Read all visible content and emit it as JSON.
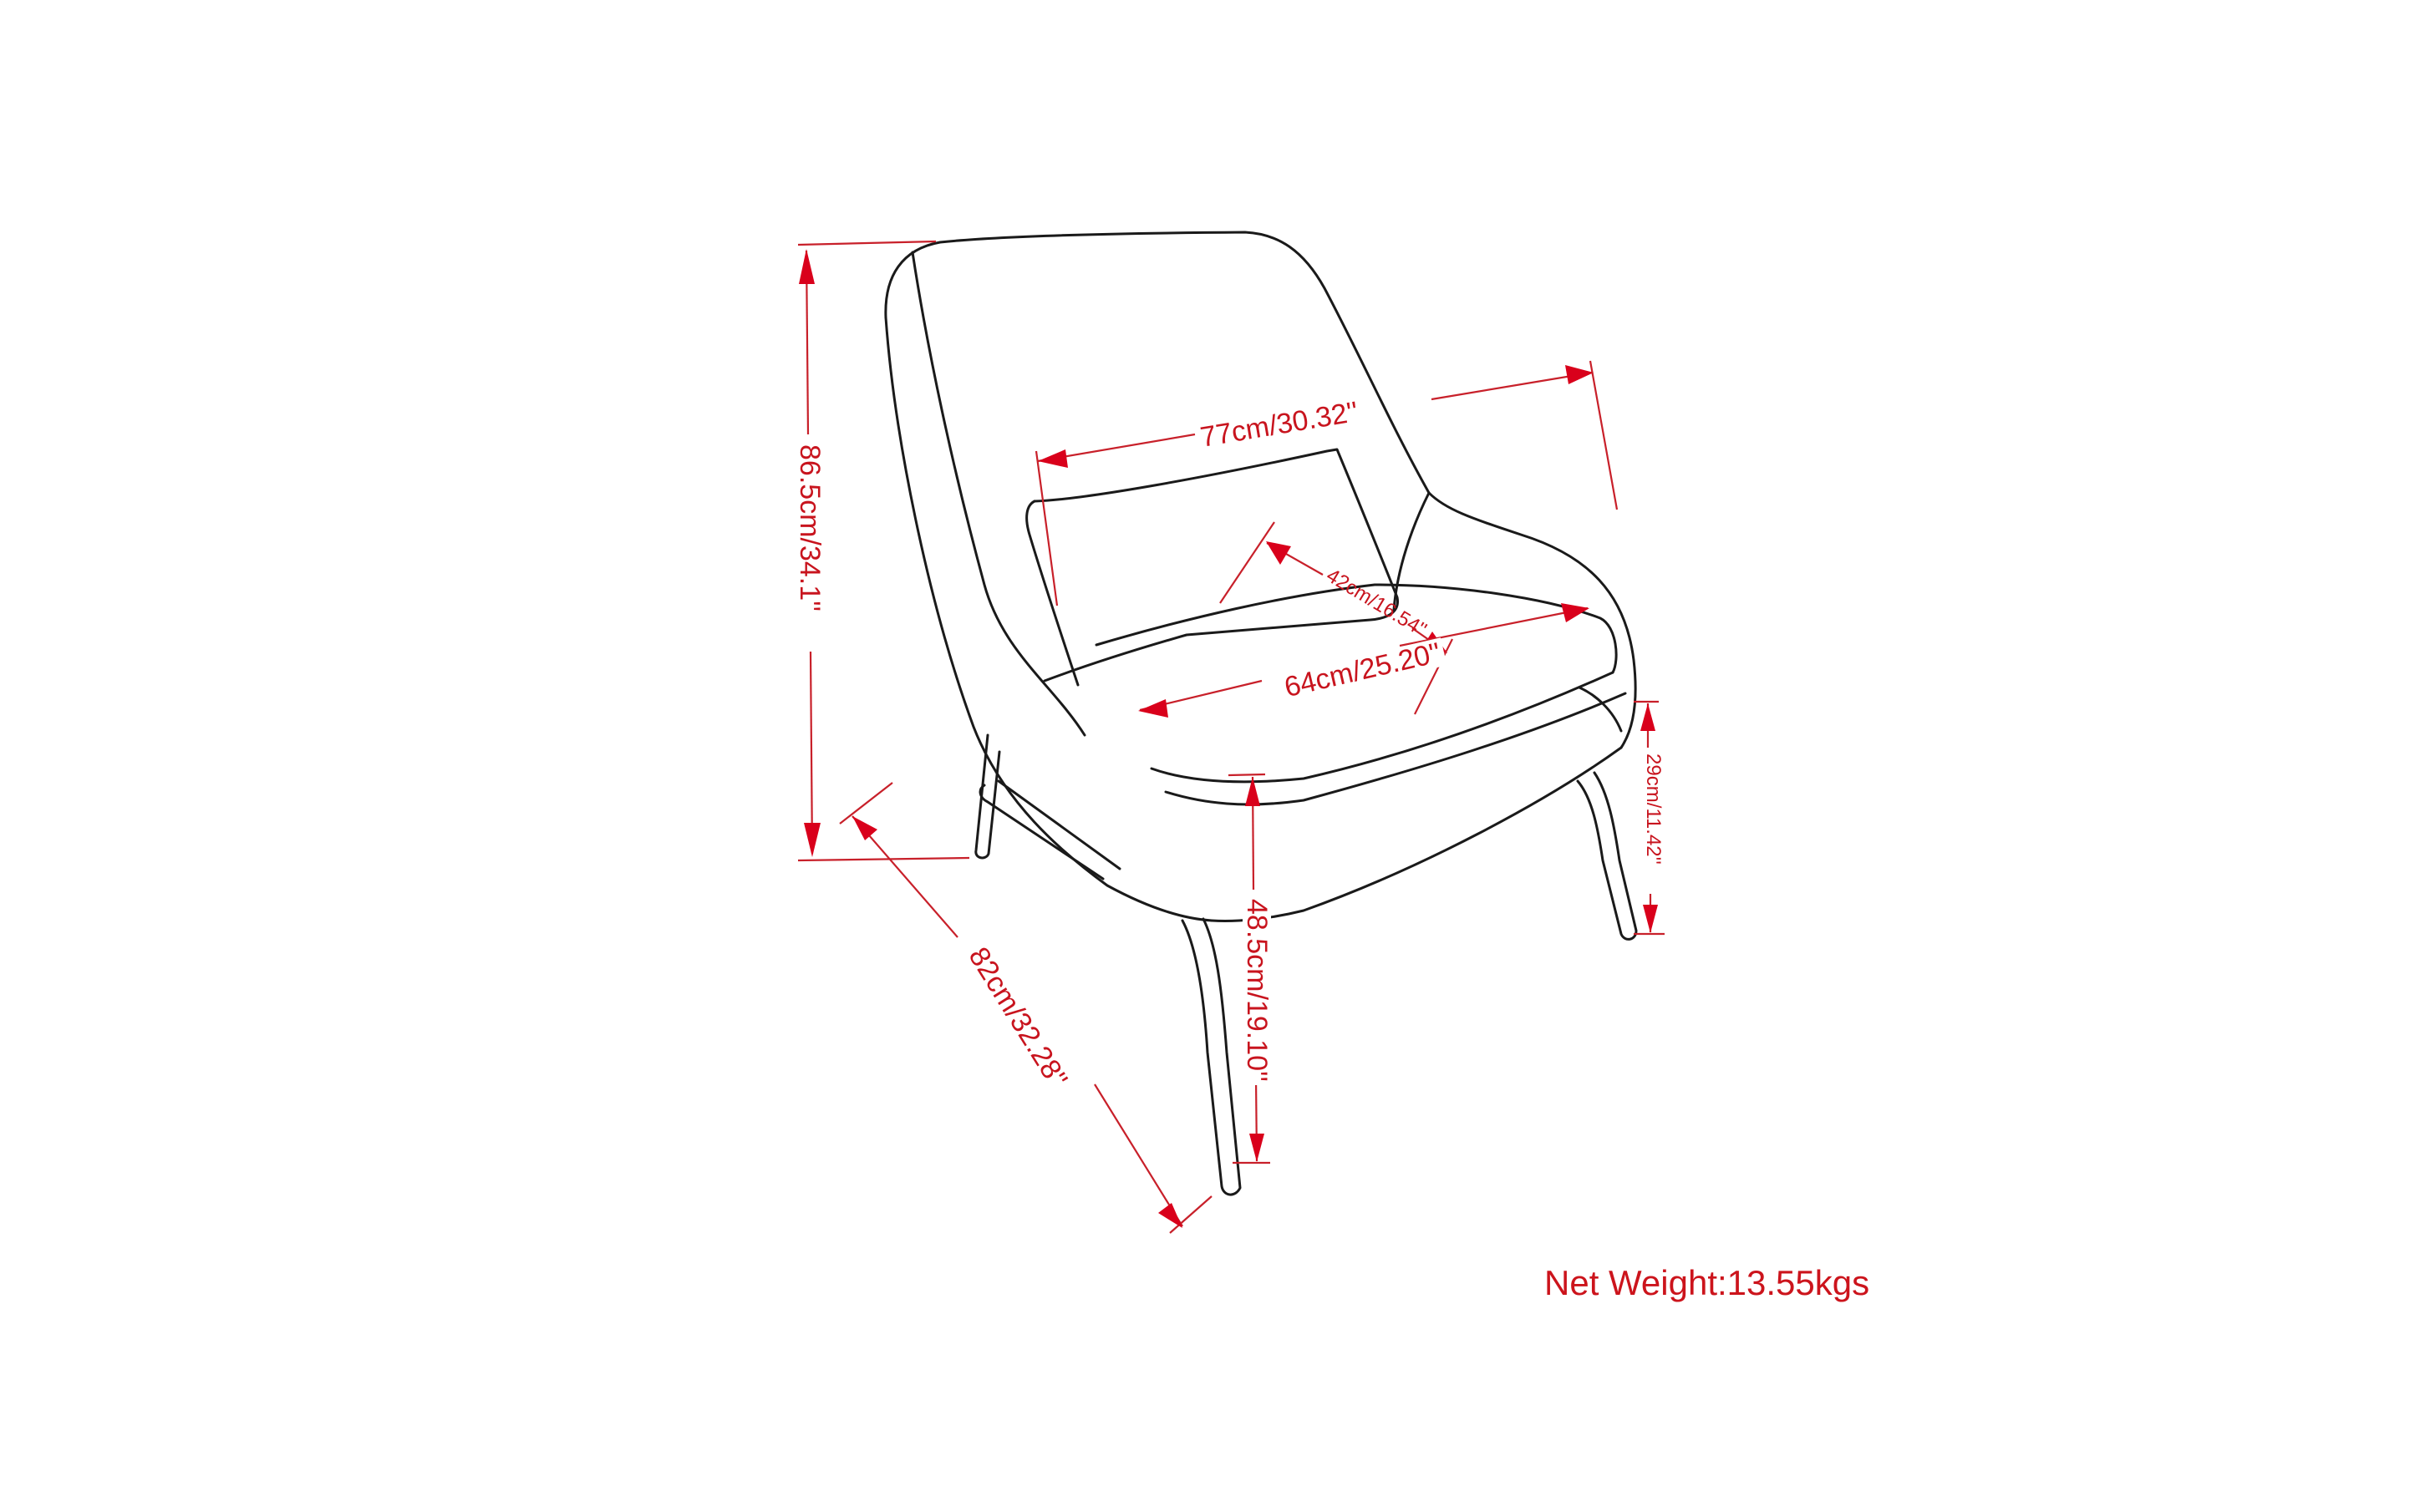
{
  "diagram": {
    "subject": "Accent armchair with lumbar pillow — dimension line drawing",
    "stroke_color": "#1a1a1a",
    "dimension_color": "#c8141e"
  },
  "dimensions": {
    "overall_height": {
      "label": "86.5cm/34.1''",
      "cm": 86.5,
      "in": 34.1
    },
    "overall_width": {
      "label": "77cm/30.32''",
      "cm": 77,
      "in": 30.32
    },
    "seat_depth": {
      "label": "42cm/16.54''",
      "cm": 42,
      "in": 16.54
    },
    "seat_width": {
      "label": "64cm/25.20''",
      "cm": 64,
      "in": 25.2
    },
    "arm_height_from_seat": {
      "label": "29cm/11.42''",
      "cm": 29,
      "in": 11.42
    },
    "seat_height": {
      "label": "48.5cm/19.10''",
      "cm": 48.5,
      "in": 19.1
    },
    "overall_depth": {
      "label": "82cm/32.28''",
      "cm": 82,
      "in": 32.28
    }
  },
  "net_weight": {
    "label": "Net Weight:13.55kgs",
    "value": 13.55,
    "unit": "kgs"
  }
}
